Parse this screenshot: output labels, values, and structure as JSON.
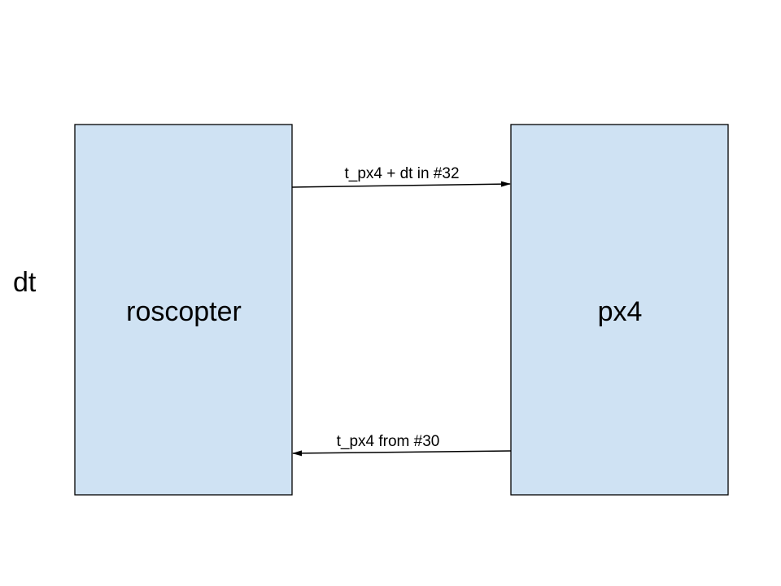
{
  "diagram": {
    "side_label": "dt",
    "nodes": {
      "left": {
        "label": "roscopter"
      },
      "right": {
        "label": "px4"
      }
    },
    "edges": [
      {
        "from": "roscopter",
        "to": "px4",
        "label": "t_px4 + dt in #32"
      },
      {
        "from": "px4",
        "to": "roscopter",
        "label": "t_px4 from #30"
      }
    ]
  },
  "colors": {
    "node_fill": "#cfe2f3",
    "stroke": "#000000"
  }
}
